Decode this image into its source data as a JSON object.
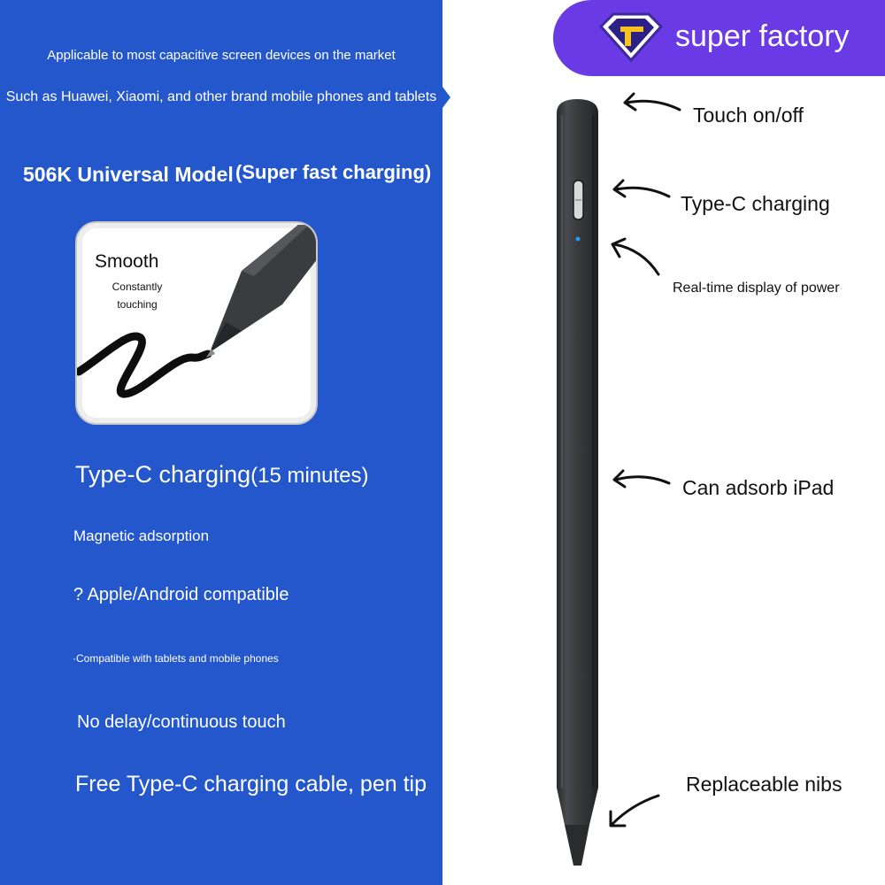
{
  "left_panel": {
    "applicable_line": "Applicable to most capacitive screen devices on the market",
    "brands_line": "Such as Huawei, Xiaomi, and other brand mobile phones and tablets",
    "model": "506K Universal Model",
    "fast_charging": "(Super fast charging)",
    "card": {
      "smooth": "Smooth",
      "touching_line1": "Constantly",
      "touching_line2": "touching"
    },
    "features": {
      "typec": "Type-C charging",
      "typec_minutes": "(15 minutes)",
      "magnetic": "Magnetic adsorption",
      "compat": "? Apple/Android compatible",
      "tablets": "·Compatible with tablets and mobile phones",
      "delay": "No delay/continuous touch",
      "free": "Free Type-C charging cable, pen tip"
    }
  },
  "brand": {
    "name": "super factory"
  },
  "callouts": {
    "touch": "Touch on/off",
    "typec": "Type-C charging",
    "power": "Real-time display of power",
    "adsorb": "Can adsorb iPad",
    "nibs": "Replaceable nibs"
  },
  "colors": {
    "panel_blue": "#2457cc",
    "badge_purple": "#6a3be4",
    "logo_yellow": "#f7c21b",
    "pen_body": "#3a3b3d",
    "led_blue": "#1a9bff"
  },
  "icons": [
    "diamond-logo-icon",
    "arrow-icon"
  ]
}
